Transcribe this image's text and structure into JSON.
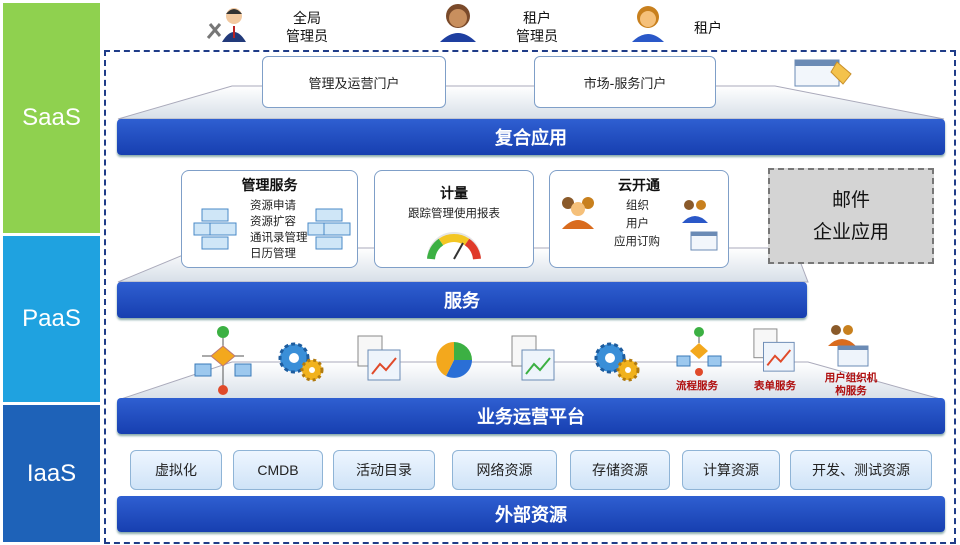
{
  "layers": {
    "saas": "SaaS",
    "paas": "PaaS",
    "iaas": "IaaS"
  },
  "users": [
    {
      "label": "全局\n管理员",
      "icon": "admin-tools-person-icon"
    },
    {
      "label": "租户\n管理员",
      "icon": "tenant-admin-person-icon"
    },
    {
      "label": "租户",
      "icon": "tenant-person-icon"
    }
  ],
  "portals": {
    "admin_portal": "管理及运营门户",
    "market_portal": "市场-服务门户"
  },
  "bars": {
    "composite": "复合应用",
    "service": "服务",
    "business": "业务运营平台",
    "external": "外部资源"
  },
  "panels": {
    "mgmt": {
      "title": "管理服务",
      "items": [
        "资源申请",
        "资源扩容",
        "通讯录管理",
        "日历管理"
      ]
    },
    "meter": {
      "title": "计量",
      "subtitle": "跟踪管理使用报表"
    },
    "cloud": {
      "title": "云开通",
      "items": [
        "组织",
        "用户",
        "应用订购"
      ]
    },
    "mail": {
      "line1": "邮件",
      "line2": "企业应用"
    }
  },
  "platform_labels": {
    "flow": "流程服务",
    "form": "表单服务",
    "org": "用户组织机\n构服务"
  },
  "resources": [
    "虚拟化",
    "CMDB",
    "活动目录",
    "网络资源",
    "存储资源",
    "计算资源",
    "开发、测试资源"
  ],
  "colors": {
    "saas": "#8fd14f",
    "paas": "#1fa2e0",
    "iaas": "#1e62b8",
    "bar": "#1f47b8"
  }
}
